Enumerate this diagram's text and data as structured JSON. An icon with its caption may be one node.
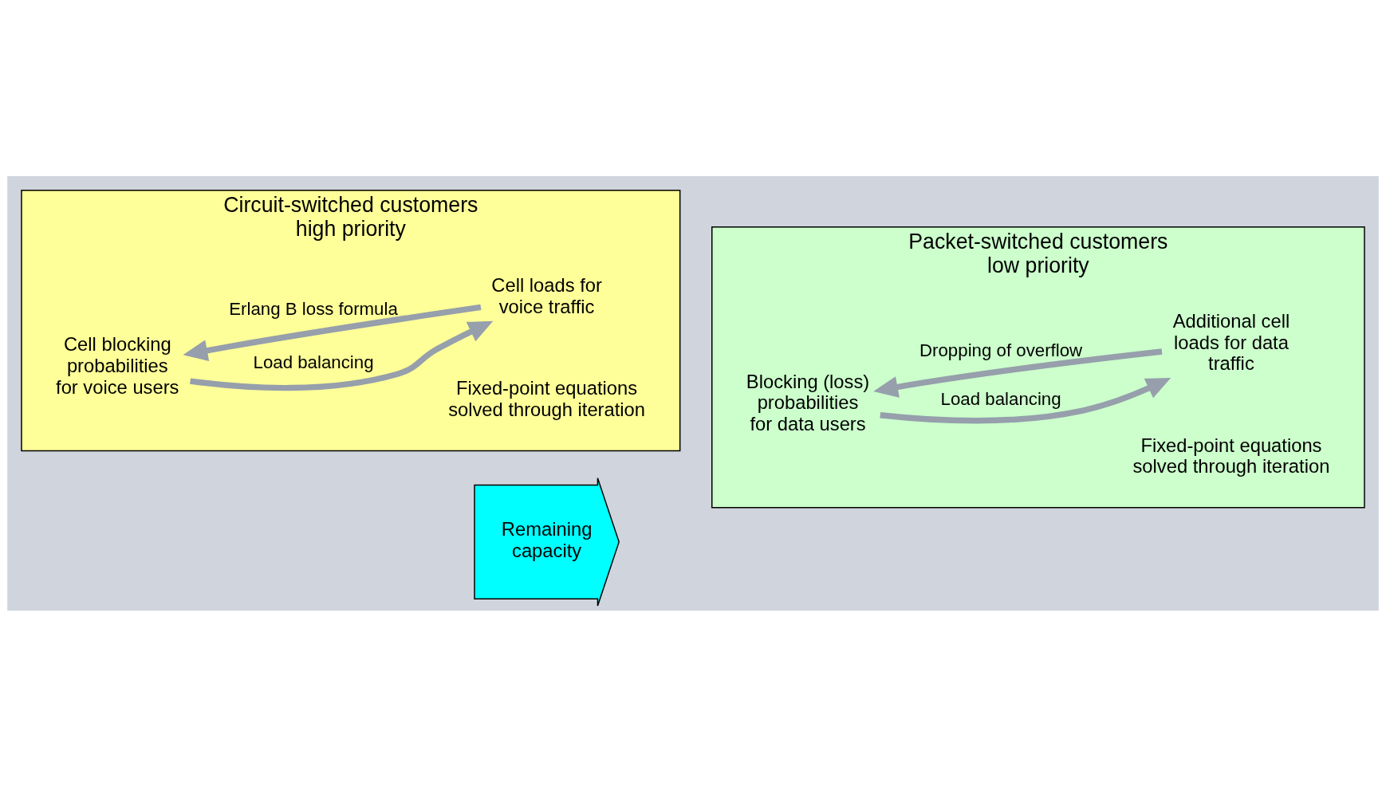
{
  "diagram": {
    "nodes": [
      {
        "text": [
          "Circuit-switched customers high priority",
          "Fixed-point equations solved through iteration"
        ]
      },
      {
        "text": [
          "Cell blocking probabilities for voice users"
        ],
        "in": 0
      },
      {
        "text": [
          "Cell loads for voice traffic"
        ],
        "in": 0
      },
      {
        "text": [
          "Remaining capacity"
        ]
      },
      {
        "text": [
          "Packet-switched customers low priority",
          "Fixed-point equations solved through iteration"
        ]
      },
      {
        "text": [
          "Blocking (loss) probabilities for data users"
        ],
        "in": 4
      },
      {
        "text": [
          "Additional cell loads for data traffic"
        ],
        "in": 4
      }
    ],
    "edges": [
      {
        "from": 1,
        "to": 2,
        "arrow": "to",
        "label": "Load balancing"
      },
      {
        "from": 2,
        "to": 1,
        "arrow": "to",
        "label": "Erlang B loss formula"
      },
      {
        "from": 5,
        "to": 6,
        "arrow": "to",
        "label": "Load balancing"
      },
      {
        "from": 6,
        "to": 5,
        "arrow": "to",
        "label": "Dropping of overflow"
      }
    ]
  }
}
